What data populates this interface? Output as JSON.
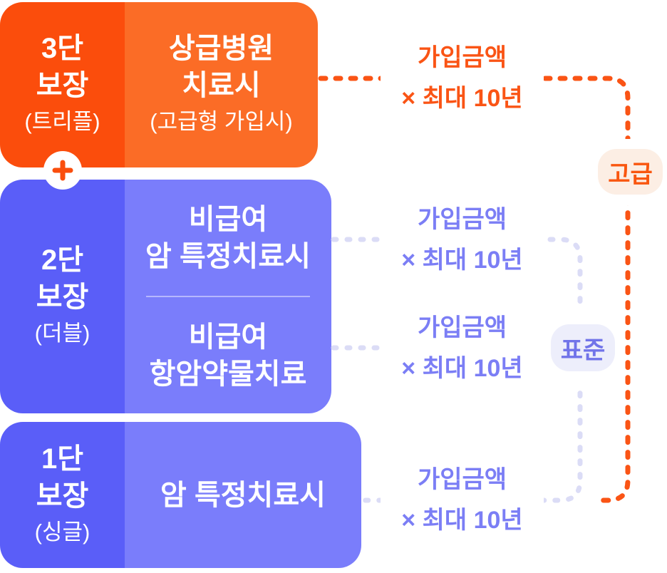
{
  "palette": {
    "orange_dark": "#FB4D0C",
    "orange_light": "#FB6C26",
    "purple_dark": "#5A5EF8",
    "purple_light": "#7A7DFB",
    "orange_line_text": "#FA5415",
    "purple_box_text": "#7B7EF5",
    "lavender_line": "#DBDCF6",
    "premium_badge_bg": "#FCEEE4",
    "premium_badge_text": "#F9560F",
    "standard_badge_bg": "#EDEEFB",
    "standard_badge_text": "#7174E9"
  },
  "tiers": [
    {
      "label_lines": [
        "3단",
        "보장"
      ],
      "sublabel": "(트리플)",
      "items": [
        {
          "lines": [
            "상급병원",
            "치료시"
          ],
          "note": "(고급형 가입시)"
        }
      ]
    },
    {
      "label_lines": [
        "2단",
        "보장"
      ],
      "sublabel": "(더블)",
      "items": [
        {
          "lines": [
            "비급여",
            "암 특정치료시"
          ]
        },
        {
          "lines": [
            "비급여",
            "항암약물치료"
          ]
        }
      ]
    },
    {
      "label_lines": [
        "1단",
        "보장"
      ],
      "sublabel": "(싱글)",
      "items": [
        {
          "lines": [
            "암 특정치료시"
          ]
        }
      ]
    }
  ],
  "plus_sign": "+",
  "amount_boxes": [
    {
      "line1": "가입금액",
      "line2": "× 최대 10년",
      "color": "orange"
    },
    {
      "line1": "가입금액",
      "line2": "× 최대 10년",
      "color": "purple"
    },
    {
      "line1": "가입금액",
      "line2": "× 최대 10년",
      "color": "purple"
    },
    {
      "line1": "가입금액",
      "line2": "× 최대 10년",
      "color": "purple"
    }
  ],
  "badges": {
    "premium": {
      "label": "고급"
    },
    "standard": {
      "label": "표준"
    }
  }
}
